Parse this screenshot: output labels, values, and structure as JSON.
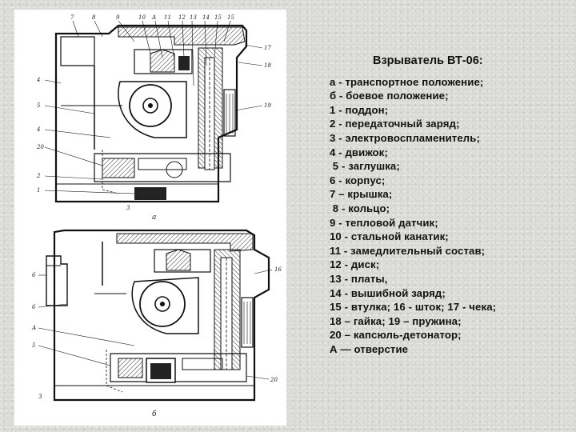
{
  "title": "Взрыватель ВТ-06:",
  "legend": [
    "а - транспортное положение;",
    "б - боевое положение;",
    "1 - поддон;",
    "2 - передаточный заряд;",
    "3 - электровоспламенитель;",
    "4 - движок;",
    " 5 - заглушка;",
    "6 - корпус;",
    "7 – крышка;",
    " 8 - кольцо;",
    "9 - тепловой датчик;",
    "10 - стальной канатик;",
    "11 - замедлительный состав;",
    "12 - диск;",
    "13 - платы,",
    "14 - вышибной заряд;",
    "15 - втулка; 16 - шток; 17 - чека;",
    "18 – гайка; 19 – пружина;",
    "20 – капсюль-детонатор;",
    "А — отверстие"
  ],
  "drawing": {
    "top_view_label": "а",
    "bottom_view_label": "б",
    "top_numbers": [
      "7",
      "8",
      "9",
      "10",
      "А",
      "11",
      "12",
      "13",
      "14",
      "15",
      "15"
    ],
    "top_right_numbers": [
      "17",
      "18",
      "19"
    ],
    "top_left_numbers": [
      "4",
      "5",
      "4",
      "20",
      "2",
      "1"
    ],
    "top_bottom_number": "3",
    "bottom_left_numbers": [
      "6",
      "6",
      "А",
      "5"
    ],
    "bottom_right_numbers": [
      "16",
      "20"
    ],
    "bottom_bottom_number": "3"
  }
}
